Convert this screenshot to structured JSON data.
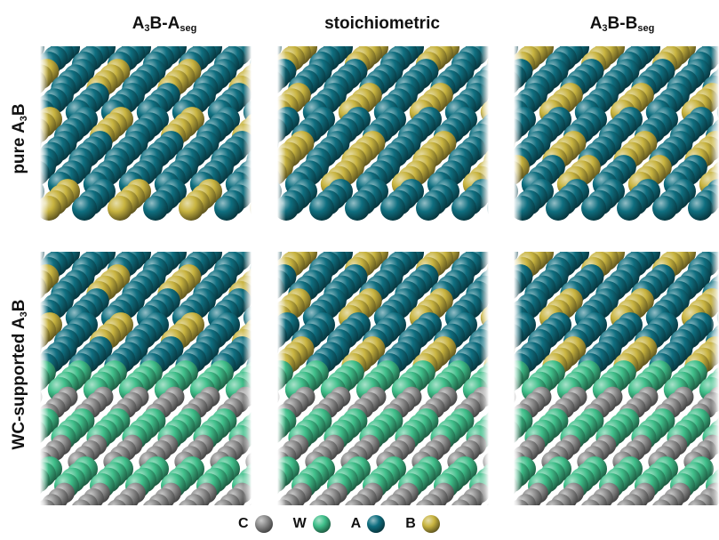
{
  "columns": {
    "c1": {
      "main": "A",
      "sub1": "3",
      "mid": "B-A",
      "sub2": "seg"
    },
    "c2": {
      "main": "stoichiometric"
    },
    "c3": {
      "main": "A",
      "sub1": "3",
      "mid": "B-B",
      "sub2": "seg"
    }
  },
  "rows": {
    "r1": {
      "pre": "pure A",
      "sub": "3",
      "post": "B"
    },
    "r2": {
      "pre": "WC-supported A",
      "sub": "3",
      "post": "B"
    }
  },
  "legend": [
    {
      "label": "C",
      "color": "#8c8c8c",
      "icon": "sphere-icon"
    },
    {
      "label": "W",
      "color": "#3fbf8a",
      "icon": "sphere-icon"
    },
    {
      "label": "A",
      "color": "#0f6f80",
      "icon": "sphere-icon"
    },
    {
      "label": "B",
      "color": "#c8b440",
      "icon": "sphere-icon"
    }
  ],
  "colors": {
    "A": "#0f6f80",
    "B": "#c8b440",
    "W": "#3fbf8a",
    "C": "#8c8c8c"
  }
}
